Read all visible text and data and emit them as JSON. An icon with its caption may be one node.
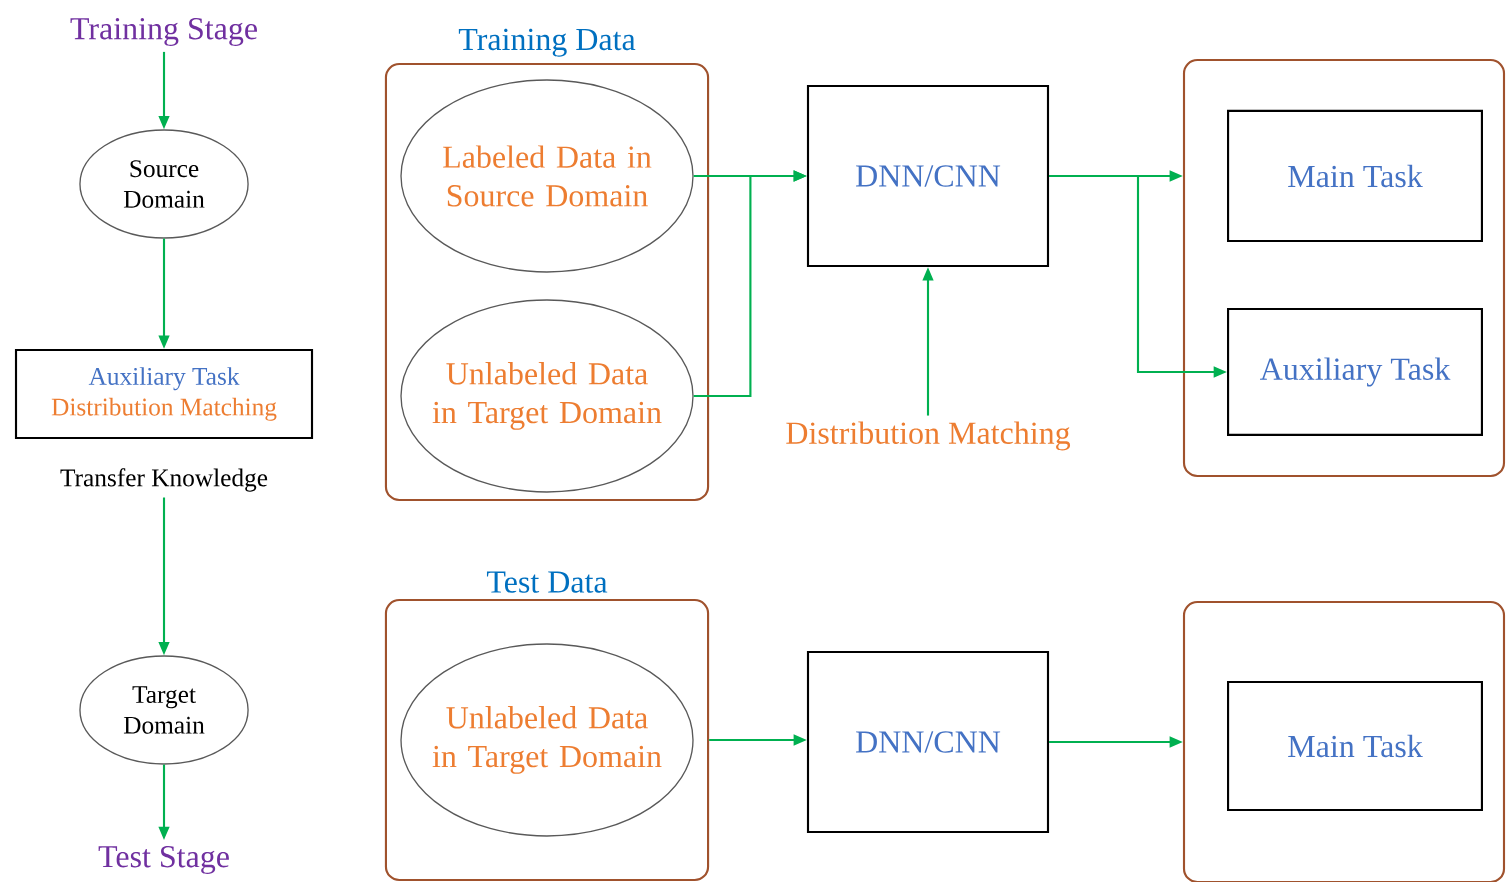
{
  "diagram": {
    "nodes": [
      {
        "text": [
          "Training Stage"
        ]
      },
      {
        "text": [
          "Source Domain"
        ]
      },
      {
        "text": [
          "Auxiliary Task",
          "Distribution Matching"
        ]
      },
      {
        "text": [
          "Transfer Knowledge"
        ]
      },
      {
        "text": [
          "Target Domain"
        ]
      },
      {
        "text": [
          "Test Stage"
        ]
      },
      {
        "text": [
          "Training Data"
        ]
      },
      {
        "text": [
          "Labeled Data in Source Domain"
        ],
        "in": 6
      },
      {
        "text": [
          "Unlabeled Data in Target Domain"
        ],
        "in": 6
      },
      {
        "text": [
          "DNN/CNN"
        ]
      },
      {
        "text": [
          "Distribution Matching"
        ]
      },
      {
        "text": [],
        "shape": "box"
      },
      {
        "text": [
          "Main Task"
        ],
        "in": 11
      },
      {
        "text": [
          "Auxiliary Task"
        ],
        "in": 11
      },
      {
        "text": [
          "Test Data"
        ]
      },
      {
        "text": [
          "Unlabeled Data in Target Domain"
        ],
        "in": 14
      },
      {
        "text": [
          "DNN/CNN"
        ]
      },
      {
        "text": [],
        "shape": "box"
      },
      {
        "text": [
          "Main Task"
        ],
        "in": 17
      }
    ],
    "edges": [
      {
        "from": 0,
        "to": 1,
        "arrow": "to"
      },
      {
        "from": 1,
        "to": 2,
        "arrow": "to"
      },
      {
        "from": 3,
        "to": 4,
        "arrow": "to"
      },
      {
        "from": 4,
        "to": 5,
        "arrow": "to"
      },
      {
        "from": 7,
        "to": 9,
        "arrow": "to"
      },
      {
        "from": 8,
        "to": 9,
        "arrow": "to"
      },
      {
        "from": 10,
        "to": 9,
        "arrow": "to"
      },
      {
        "from": 9,
        "to": 11,
        "arrow": "to"
      },
      {
        "from": 9,
        "to": 13,
        "arrow": "to"
      },
      {
        "from": 14,
        "to": 16,
        "arrow": "to"
      },
      {
        "from": 16,
        "to": 17,
        "arrow": "to"
      }
    ]
  }
}
